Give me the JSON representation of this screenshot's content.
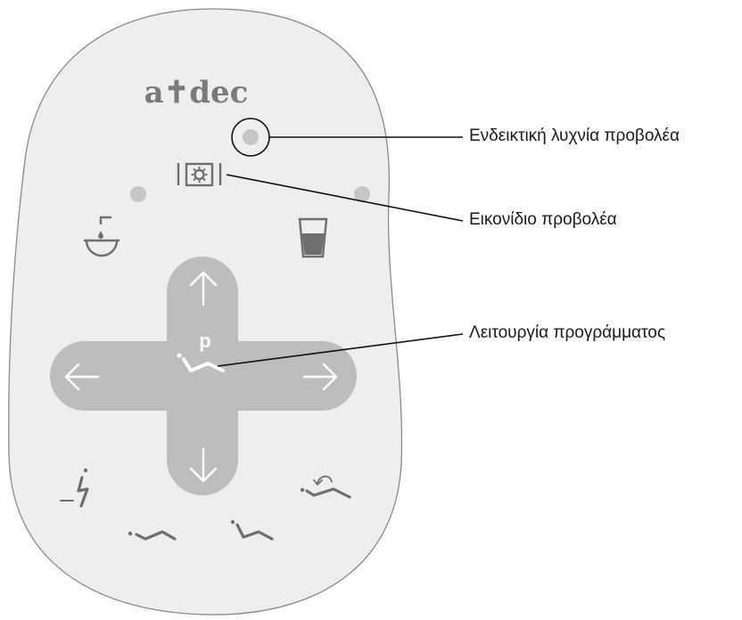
{
  "brand": {
    "logo_text": "a✝dec"
  },
  "callouts": [
    {
      "id": "light-indicator",
      "label": "Ενδεικτική λυχνία προβολέα"
    },
    {
      "id": "light-icon",
      "label": "Εικονίδιο προβολέα"
    },
    {
      "id": "program-function",
      "label": "Λειτουργία προγράμματος"
    }
  ],
  "pad": {
    "program_letter": "p",
    "colors": {
      "panel": "#eeeeee",
      "panel_outline": "#8a8a8a",
      "icon": "#6e6e6e",
      "dpad": "#bdbdbd",
      "dpad_icon": "#ffffff",
      "indicator": "#c9c9c9"
    },
    "icons": [
      "cuspidor-icon",
      "cup-fill-icon",
      "light-icon",
      "arrow-up-icon",
      "arrow-down-icon",
      "arrow-left-icon",
      "arrow-right-icon",
      "program-chair-icon",
      "entry-exit-icon",
      "flat-recline-icon",
      "semi-recline-icon",
      "last-position-icon"
    ]
  }
}
